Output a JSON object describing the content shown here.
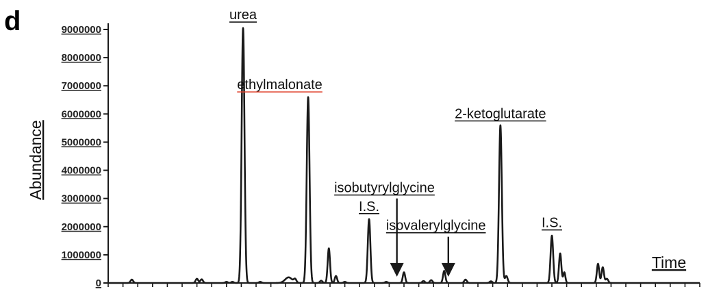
{
  "panel_label": "d",
  "chart_data": {
    "type": "line",
    "title": "",
    "xlabel": "Time",
    "ylabel": "Abundance",
    "ylim": [
      0,
      9000000
    ],
    "yticks": [
      0,
      1000000,
      2000000,
      3000000,
      4000000,
      5000000,
      6000000,
      7000000,
      8000000,
      9000000
    ],
    "ytick_labels": [
      "0",
      "1000000",
      "2000000",
      "3000000",
      "4000000",
      "5000000",
      "6000000",
      "7000000",
      "8000000",
      "9000000"
    ],
    "xlim": [
      0,
      1000
    ],
    "x_tick_count": 40,
    "grid": false,
    "legend": "none",
    "series": [
      {
        "color": "#1a1a1a",
        "peaks": [
          {
            "x": 40,
            "h": 120000
          },
          {
            "x": 150,
            "h": 150000
          },
          {
            "x": 158,
            "h": 130000
          },
          {
            "x": 200,
            "h": 40000
          },
          {
            "x": 210,
            "h": 40000
          },
          {
            "x": 228,
            "h": 9050000,
            "w": 2.4
          },
          {
            "x": 257,
            "h": 40000
          },
          {
            "x": 305,
            "h": 200000,
            "w": 6
          },
          {
            "x": 316,
            "h": 120000
          },
          {
            "x": 338,
            "h": 6600000,
            "w": 2.4
          },
          {
            "x": 360,
            "h": 80000
          },
          {
            "x": 373,
            "h": 1230000,
            "w": 2
          },
          {
            "x": 385,
            "h": 250000,
            "w": 2
          },
          {
            "x": 400,
            "h": 40000
          },
          {
            "x": 441,
            "h": 2270000,
            "w": 2.2
          },
          {
            "x": 470,
            "h": 40000
          },
          {
            "x": 500,
            "h": 380000,
            "w": 2
          },
          {
            "x": 533,
            "h": 70000
          },
          {
            "x": 546,
            "h": 100000
          },
          {
            "x": 568,
            "h": 430000,
            "w": 2
          },
          {
            "x": 604,
            "h": 120000
          },
          {
            "x": 647,
            "h": 60000
          },
          {
            "x": 663,
            "h": 5600000,
            "w": 2.4
          },
          {
            "x": 673,
            "h": 250000
          },
          {
            "x": 750,
            "h": 1680000,
            "w": 2.2
          },
          {
            "x": 764,
            "h": 1050000,
            "w": 2
          },
          {
            "x": 771,
            "h": 380000,
            "w": 1.8
          },
          {
            "x": 828,
            "h": 680000,
            "w": 2
          },
          {
            "x": 836,
            "h": 560000,
            "w": 2
          },
          {
            "x": 843,
            "h": 150000
          }
        ]
      }
    ],
    "annotations": [
      {
        "text": "urea",
        "x": 228,
        "color": "#111111",
        "label_y": 9360000
      },
      {
        "text": "ethylmalonate",
        "x": 290,
        "color": "#e0402a",
        "label_y": 6880000
      },
      {
        "text": "2-ketoglutarate",
        "x": 663,
        "color": "#111111",
        "label_y": 5850000
      },
      {
        "text": "I.S.",
        "x": 441,
        "color": "#111111",
        "label_y": 2560000
      },
      {
        "text": "isobutyrylglycine",
        "x": 467,
        "color": "#111111",
        "label_y": 3220000,
        "arrow_from": 3000000,
        "arrow_to": 320000
      },
      {
        "text": "isovalerylglycine",
        "x": 554,
        "color": "#111111",
        "label_y": 1880000,
        "arrow_from": 1640000,
        "arrow_to": 320000
      },
      {
        "text": "I.S.",
        "x": 750,
        "color": "#111111",
        "label_y": 1980000
      }
    ]
  }
}
